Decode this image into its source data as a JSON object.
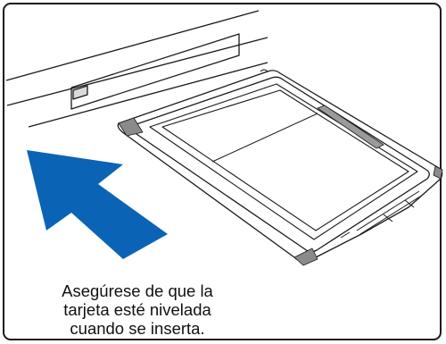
{
  "caption": {
    "line1": "Asegúrese de que la",
    "line2": "tarjeta esté nivelada",
    "line3": "cuando se inserta."
  },
  "colors": {
    "arrow": "#0b63b5",
    "line": "#1a1a1a",
    "card_edge_shade": "#8a8a8a",
    "background": "#ffffff"
  },
  "icons": {
    "arrow": "insert-direction-arrow-icon"
  }
}
